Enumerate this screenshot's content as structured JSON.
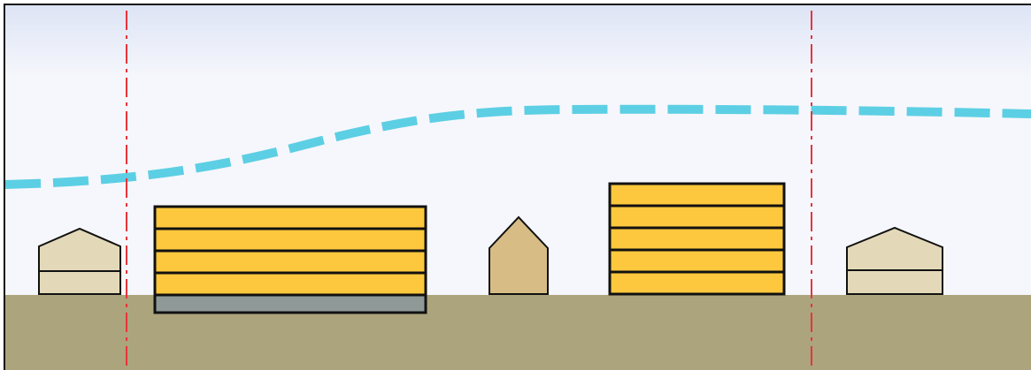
{
  "colors": {
    "sky_top": "#dde4f5",
    "sky_bottom": "#f6f7fc",
    "ground": "#aca47d",
    "frame_border": "#111111",
    "boundary_line": "#e8343b",
    "height_limit_line": "#5ccfe4",
    "large_building_floor": "#fdc83d",
    "large_building_base": "#8f9a98",
    "small_house_light": "#e3d9b9",
    "small_house_tan": "#d7bc85",
    "outline": "#111111"
  },
  "diagram": {
    "boundary_lines": [
      "left-boundary-line",
      "right-boundary-line"
    ],
    "height_limit": "dashed-curve",
    "buildings": [
      {
        "name": "small-house-left",
        "kind": "house",
        "floors": 2
      },
      {
        "name": "large-building-left",
        "kind": "block",
        "floors": 4,
        "has_base": true
      },
      {
        "name": "small-house-middle",
        "kind": "house",
        "floors": 1
      },
      {
        "name": "large-building-right",
        "kind": "block",
        "floors": 5,
        "has_base": false
      },
      {
        "name": "small-house-right",
        "kind": "house",
        "floors": 2
      }
    ]
  }
}
